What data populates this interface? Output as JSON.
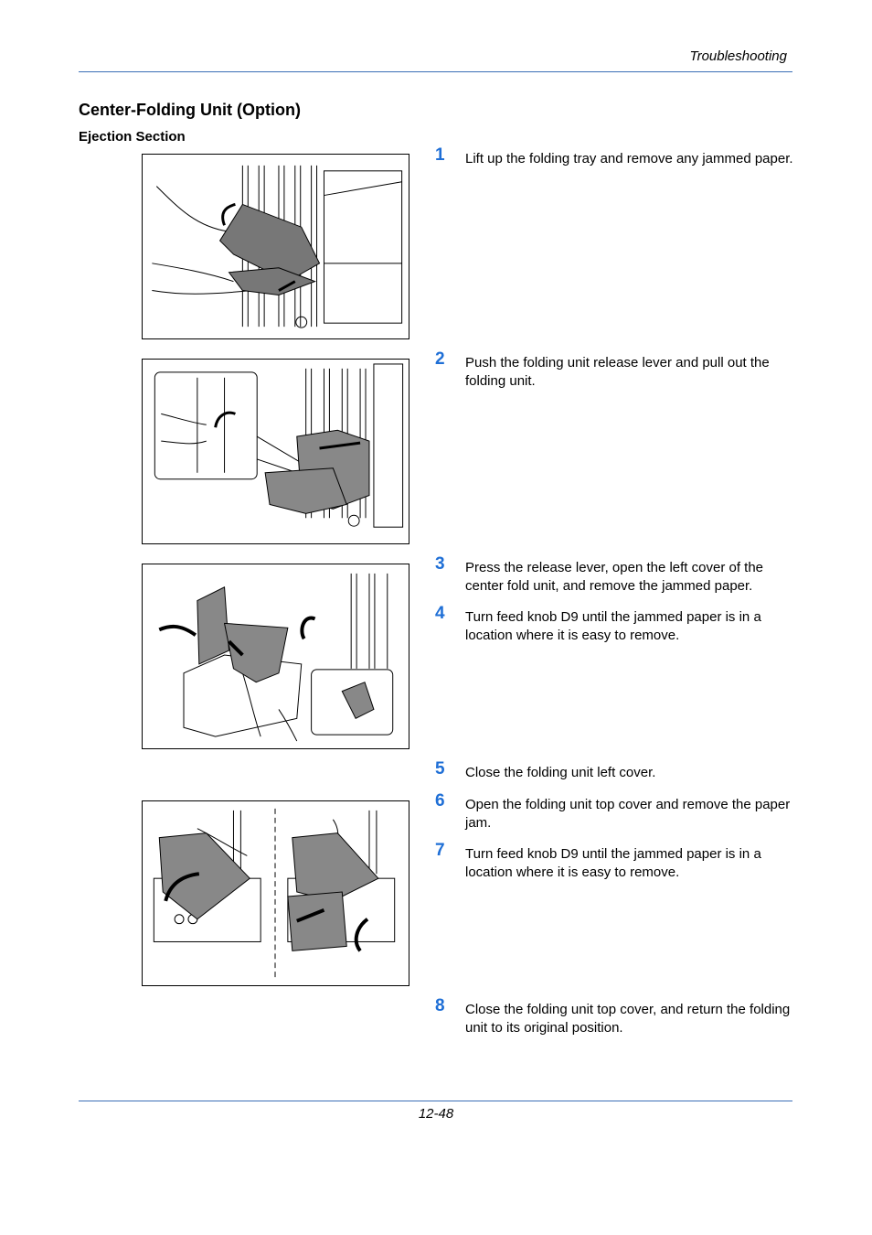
{
  "header": {
    "title": "Troubleshooting"
  },
  "section": {
    "title": "Center-Folding Unit (Option)",
    "subtitle": "Ejection Section"
  },
  "steps": [
    {
      "num": "1",
      "text": "Lift up the folding tray and remove any jammed paper."
    },
    {
      "num": "2",
      "text": "Push the folding unit release lever and pull out the folding unit."
    },
    {
      "num": "3",
      "text": "Press the release lever, open the left cover of the center fold unit, and remove the jammed paper."
    },
    {
      "num": "4",
      "text": "Turn feed knob D9 until the jammed paper is in a location where it is easy to remove."
    },
    {
      "num": "5",
      "text": "Close the folding unit left cover."
    },
    {
      "num": "6",
      "text": "Open the folding unit top cover and remove the paper jam."
    },
    {
      "num": "7",
      "text": "Turn feed knob D9 until the jammed paper is in a location where it is easy to remove."
    },
    {
      "num": "8",
      "text": "Close the folding unit top cover, and return the folding unit to its original position."
    }
  ],
  "footer": {
    "page_number": "12-48"
  },
  "colors": {
    "accent": "#1f6fd6",
    "rule": "#3b6fb6"
  }
}
